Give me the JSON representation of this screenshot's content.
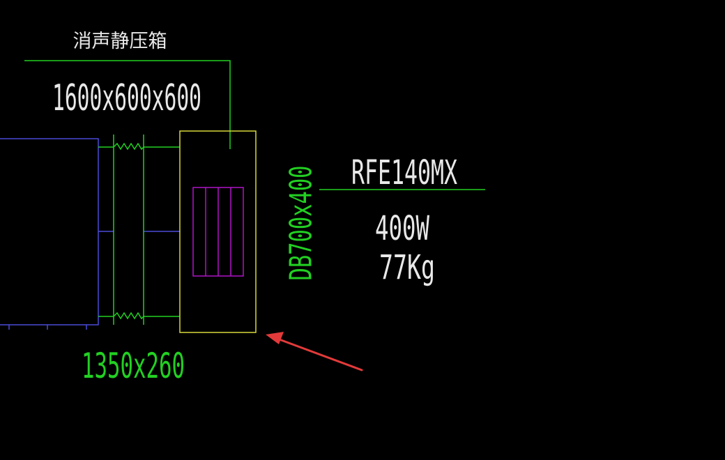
{
  "labels": {
    "box_title": "消声静压箱",
    "box_size": "1600x600x600",
    "duct_size": "1350x260",
    "vent_label": "DB700x400",
    "model": "RFE140MX",
    "power": "400W",
    "weight": "77Kg"
  },
  "colors": {
    "background": "#000000",
    "white_text": "#e8e8e8",
    "green": "#22d022",
    "yellow": "#d8d83a",
    "blue": "#4a4ad8",
    "magenta": "#b014c8",
    "arrow": "#e23a3a"
  }
}
